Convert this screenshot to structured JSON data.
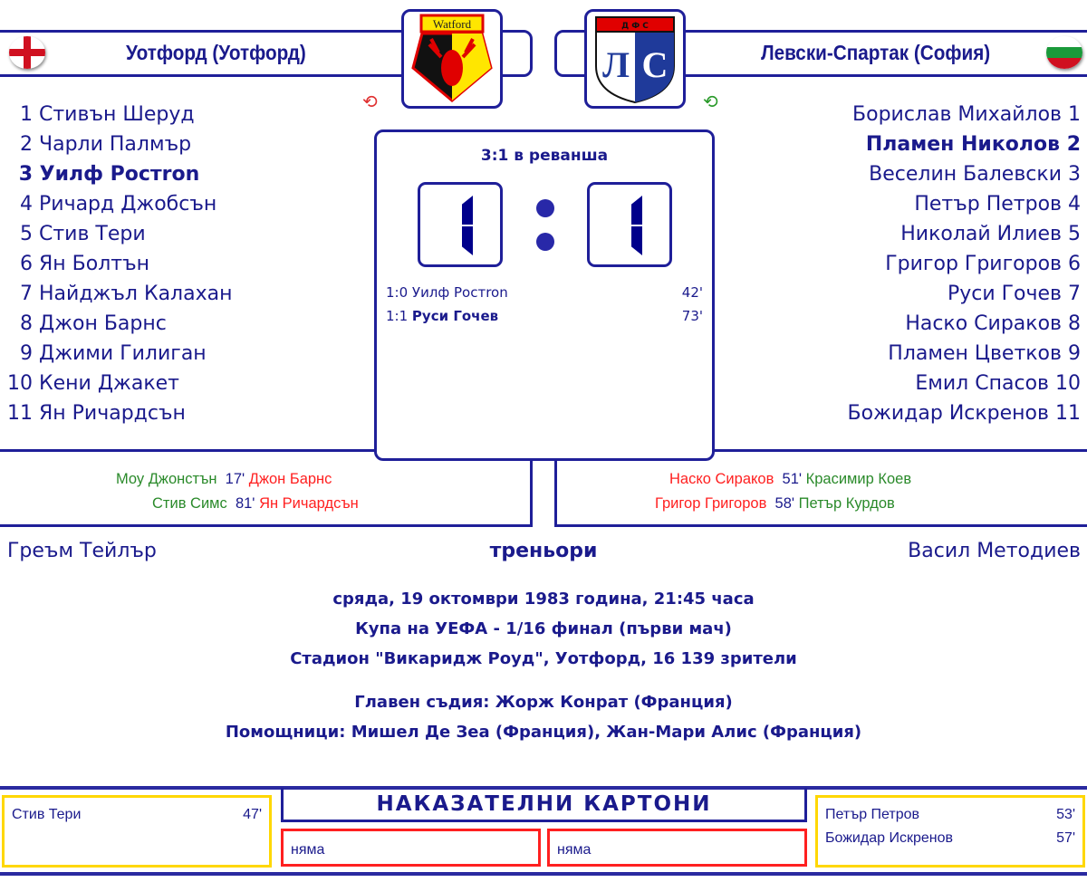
{
  "home": {
    "name": "Уотфорд (Уотфорд)",
    "logo_text": "Watford",
    "flag": "england-flag",
    "players": [
      {
        "n": "1",
        "name": "Стивън Шеруд"
      },
      {
        "n": "2",
        "name": "Чарли Палмър"
      },
      {
        "n": "3",
        "name": "Уилф Ростron"
      },
      {
        "n": "4",
        "name": "Ричард Джобсън"
      },
      {
        "n": "5",
        "name": "Стив Тери"
      },
      {
        "n": "6",
        "name": "Ян Болтън"
      },
      {
        "n": "7",
        "name": "Найджъл Калахан"
      },
      {
        "n": "8",
        "name": "Джон Барнс"
      },
      {
        "n": "9",
        "name": "Джими Гилиган"
      },
      {
        "n": "10",
        "name": "Кени Джакет"
      },
      {
        "n": "11",
        "name": "Ян Ричардсън"
      }
    ],
    "subs": [
      {
        "in": "Моу Джонстън",
        "min": "17'",
        "out": "Джон Барнс"
      },
      {
        "in": "Стив Симс",
        "min": "81'",
        "out": "Ян Ричардсън"
      }
    ],
    "coach": "Греъм Тейлър"
  },
  "away": {
    "name": "Левски-Спартак (София)",
    "logo_text": "ЛС",
    "logo_top": "Д Ф С",
    "flag": "bulgaria-flag",
    "players": [
      {
        "n": "1",
        "name": "Борислав Михайлов"
      },
      {
        "n": "2",
        "name": "Пламен Николов"
      },
      {
        "n": "3",
        "name": "Веселин Балевски"
      },
      {
        "n": "4",
        "name": "Петър Петров"
      },
      {
        "n": "5",
        "name": "Николай Илиев"
      },
      {
        "n": "6",
        "name": "Григор Григоров"
      },
      {
        "n": "7",
        "name": "Руси Гочев"
      },
      {
        "n": "8",
        "name": "Наско Сираков"
      },
      {
        "n": "9",
        "name": "Пламен Цветков"
      },
      {
        "n": "10",
        "name": "Емил Спасов"
      },
      {
        "n": "11",
        "name": "Божидар Искренов"
      }
    ],
    "subs": [
      {
        "out": "Наско Сираков",
        "min": "51'",
        "in": "Красимир Коев"
      },
      {
        "out": "Григор Григоров",
        "min": "58'",
        "in": "Петър Курдов"
      }
    ],
    "coach": "Васил Методиев"
  },
  "score": {
    "note": "3:1 в реванша",
    "home": 1,
    "away": 1,
    "goals": [
      {
        "score": "1:0",
        "player": "Уилф Ростron",
        "min": "42'"
      },
      {
        "score": "1:1",
        "player": "Руси Гочев",
        "min": "73'"
      }
    ]
  },
  "coaches_label": "треньори",
  "info": [
    "сряда, 19 октомври 1983 година, 21:45 часа",
    "Купа на УЕФА - 1/16 финал (първи мач)",
    "Стадион \"Викаридж Роуд\", Уотфорд, 16 139 зрители",
    "Главен съдия: Жорж Конрат (Франция)",
    "Помощници: Мишел Де Зеа (Франция), Жан-Мари Алис (Франция)"
  ],
  "cards": {
    "title": "НАКАЗАТЕЛНИ КАРТОНИ",
    "home_yellow": [
      {
        "name": "Стив Тери",
        "min": "47'"
      }
    ],
    "away_yellow": [
      {
        "name": "Петър Петров",
        "min": "53'"
      },
      {
        "name": "Божидар Искренов",
        "min": "57'"
      }
    ],
    "home_red": "няма",
    "away_red": "няма"
  },
  "colors": {
    "primary": "#1f1f99",
    "sub_in": "#2a8a2a",
    "sub_out": "#ff2020",
    "yellow": "#ffd700",
    "red": "#ff2020"
  }
}
